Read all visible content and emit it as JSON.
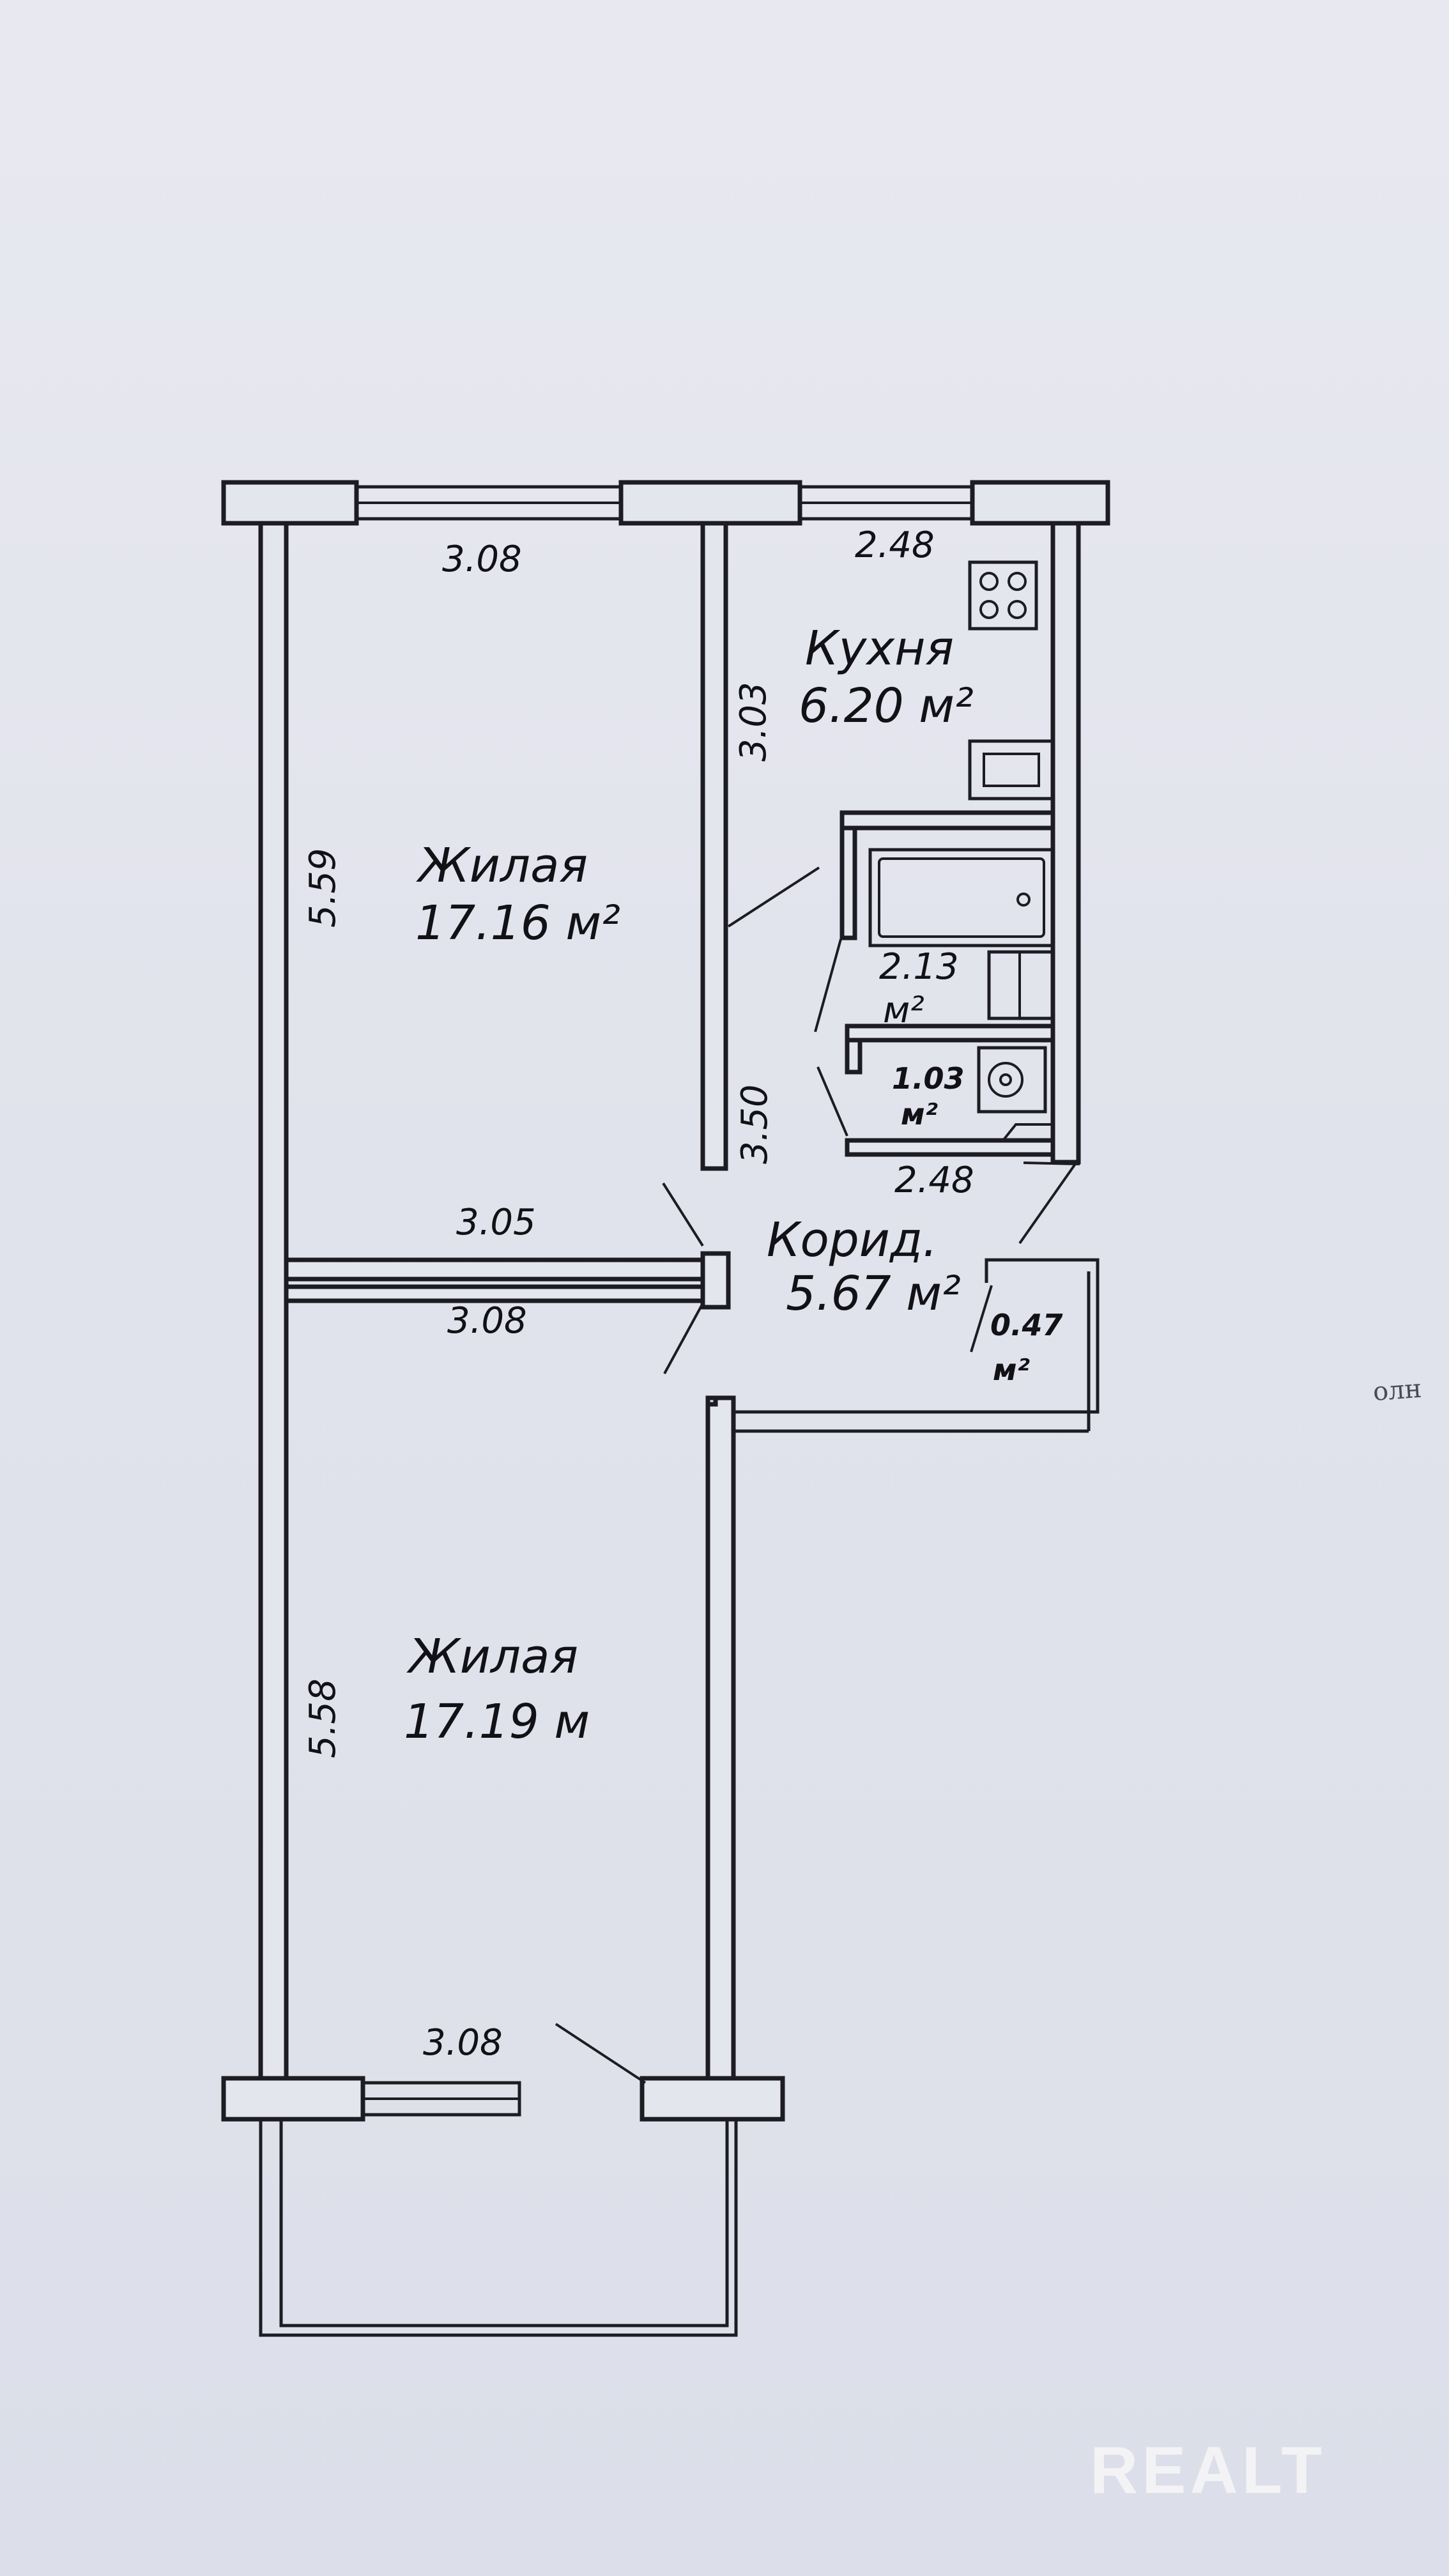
{
  "rooms": {
    "living_top": {
      "name": "Жилая",
      "area": "17.16 м²"
    },
    "kitchen": {
      "name": "Кухня",
      "area": "6.20 м²"
    },
    "bath": {
      "area": "2.13",
      "unit": "м²"
    },
    "wc": {
      "area": "1.03",
      "unit": "м²"
    },
    "corridor": {
      "name": "Корид.",
      "area": "5.67 м²"
    },
    "closet": {
      "area": "0.47",
      "unit": "м²"
    },
    "living_bottom": {
      "name": "Жилая",
      "area": "17.19 м"
    }
  },
  "dimensions": {
    "top_room_width": "3.08",
    "kitchen_width": "2.48",
    "kitchen_depth": "3.03",
    "top_room_depth": "5.59",
    "bath_depth": "3.50",
    "bath_width": "2.48",
    "top_room_width_lower": "3.05",
    "bottom_room_width_upper": "3.08",
    "bottom_room_depth": "5.58",
    "bottom_room_width_lower": "3.08"
  },
  "watermark": "REALT",
  "edge_text": "олн"
}
